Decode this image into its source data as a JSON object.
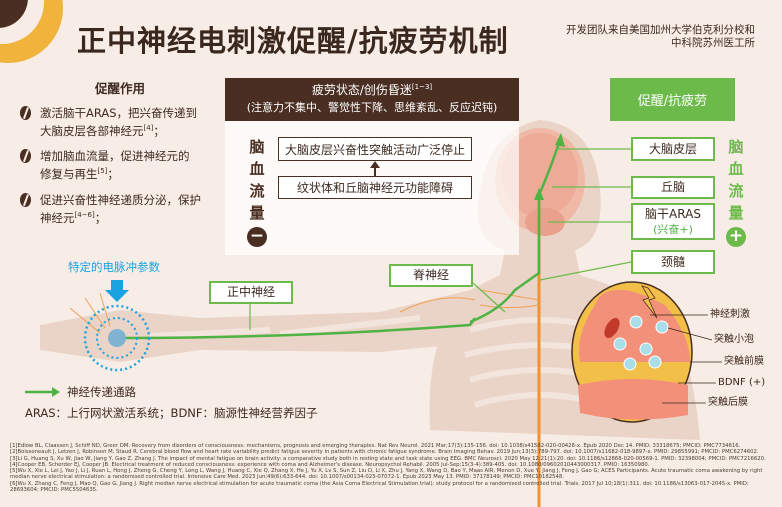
{
  "title": "正中神经电刺激促醒/抗疲劳机制",
  "credit": [
    "开发团队来自美国加州大学伯克利分校和",
    "中科院苏州医工所"
  ],
  "effects": {
    "heading": "促醒作用",
    "items": [
      {
        "line1": "激活脑干ARAS，把兴奋传递到",
        "line2": "大脑皮层各部神经元",
        "ref": "[4]",
        "end": "；"
      },
      {
        "line1": "增加脑血流量，促进神经元的",
        "line2": "修复与再生",
        "ref": "[5]",
        "end": "；"
      },
      {
        "line1": "促进兴奋性神经递质分泌，保护",
        "line2": "神经元",
        "ref": "[4~6]",
        "end": "；"
      }
    ]
  },
  "fatigue": {
    "title": "疲劳状态/创伤昏迷",
    "ref": "[1~3]",
    "symptoms": "(注意力不集中、警觉性下降、思维紊乱、反应迟钝)",
    "step1": "大脑皮层兴奋性突触活动广泛停止",
    "step2": "纹状体和丘脑神经元功能障碍"
  },
  "left_flow": {
    "chars": [
      "脑",
      "血",
      "流",
      "量"
    ],
    "sign": "−"
  },
  "right_flow": {
    "chars": [
      "脑",
      "血",
      "流",
      "量"
    ],
    "sign": "+"
  },
  "awake_label": "促醒/抗疲劳",
  "brain_labels": {
    "cortex": "大脑皮层",
    "thalamus": "丘脑",
    "brainstem": "脑干ARAS",
    "brainstem_sub": "(兴奋+)",
    "cervical": "颈髓"
  },
  "nerve_labels": {
    "median": "正中神经",
    "spinal": "脊神经",
    "pulse": "特定的电脉冲参数"
  },
  "synapse": {
    "stim": "神经刺激",
    "vesicle": "突触小泡",
    "pre": "突触前膜",
    "bdnf": "BDNF (+)",
    "post": "突触后膜"
  },
  "legend": {
    "path": "神经传递通路",
    "abbr": "ARAS：上行网状激活系统；BDNF：脑源性神经营养因子"
  },
  "colors": {
    "brown": "#4a2e22",
    "green": "#6cbb4a",
    "orange": "#f0922e",
    "blue": "#1aa3e0"
  },
  "references": [
    "[1]Edlow BL, Claassen J, Schiff ND, Greer DM. Recovery from disorders of consciousness: mechanisms, prognosis and emerging therapies. Nat Rev Neurol. 2021 Mar;17(3):135-156. doi: 10.1038/s41582-020-00428-x. Epub 2020 Dec 14. PMID: 33318675; PMCID: PMC7734616.",
    "[2]Boissoneault J, Letzen J, Robinson M, Staud R. Cerebral blood flow and heart rate variability predict fatigue severity in patients with chronic fatigue syndrome. Brain Imaging Behav. 2019 Jun;13(3):789-797. doi: 10.1007/s11682-018-9897-x. PMID: 29855991; PMCID: PMC6274602.",
    "[3]Li G, Huang S, Xu W, Jiao W, Jiang Y, Gao Z, Zhang J. The impact of mental fatigue on brain activity: a comparative study both in resting state and task state using EEG. BMC Neurosci. 2020 May 12;21(1):20. doi: 10.1186/s12868-020-00569-1. PMID: 32398004; PMCID: PMC7216620.",
    "[4]Cooper EB, Scherder EJ, Cooper JB. Electrical treatment of reduced consciousness: experience with coma and Alzheimer's disease. Neuropsychol Rehabil. 2005 Jul-Sep;15(3-4):389-405. doi: 10.1080/09602010443000317. PMID: 16350980.",
    "[5]Wu X, Xie L, Lei J, Yao J, Li J, Ruan L, Hong J, Zheng G, Cheng Y, Long L, Wang J, Huang C, Xie Q, Zhang X, He J, Yu X, Lv S, Sun Z, Liu D, Li X, Zhu J, Yang X, Wang D, Bao Y, Maas AIR, Menon D, Xue Y, Jiang J, Feng J, Gao G; ACES Participants. Acute traumatic coma awakening by right median nerve electrical stimulation: a randomised controlled trial. Intensive Care Med. 2023 Jun;49(6):633-644. doi: 10.1007/s00134-023-07072-1. Epub 2023 May 13. PMID: 37178149; PMCID: PMC10182548.",
    "[6]Wu X, Zhang C, Feng J, Mao Q, Gao G, Jiang J. Right median nerve electrical stimulation for acute traumatic coma (the Asia Coma Electrical Stimulation trial): study protocol for a randomised controlled trial. Trials. 2017 Jul 10;18(1):311. doi: 10.1186/s13063-017-2045-x. PMID: 28693604; PMCID: PMC5504635."
  ]
}
